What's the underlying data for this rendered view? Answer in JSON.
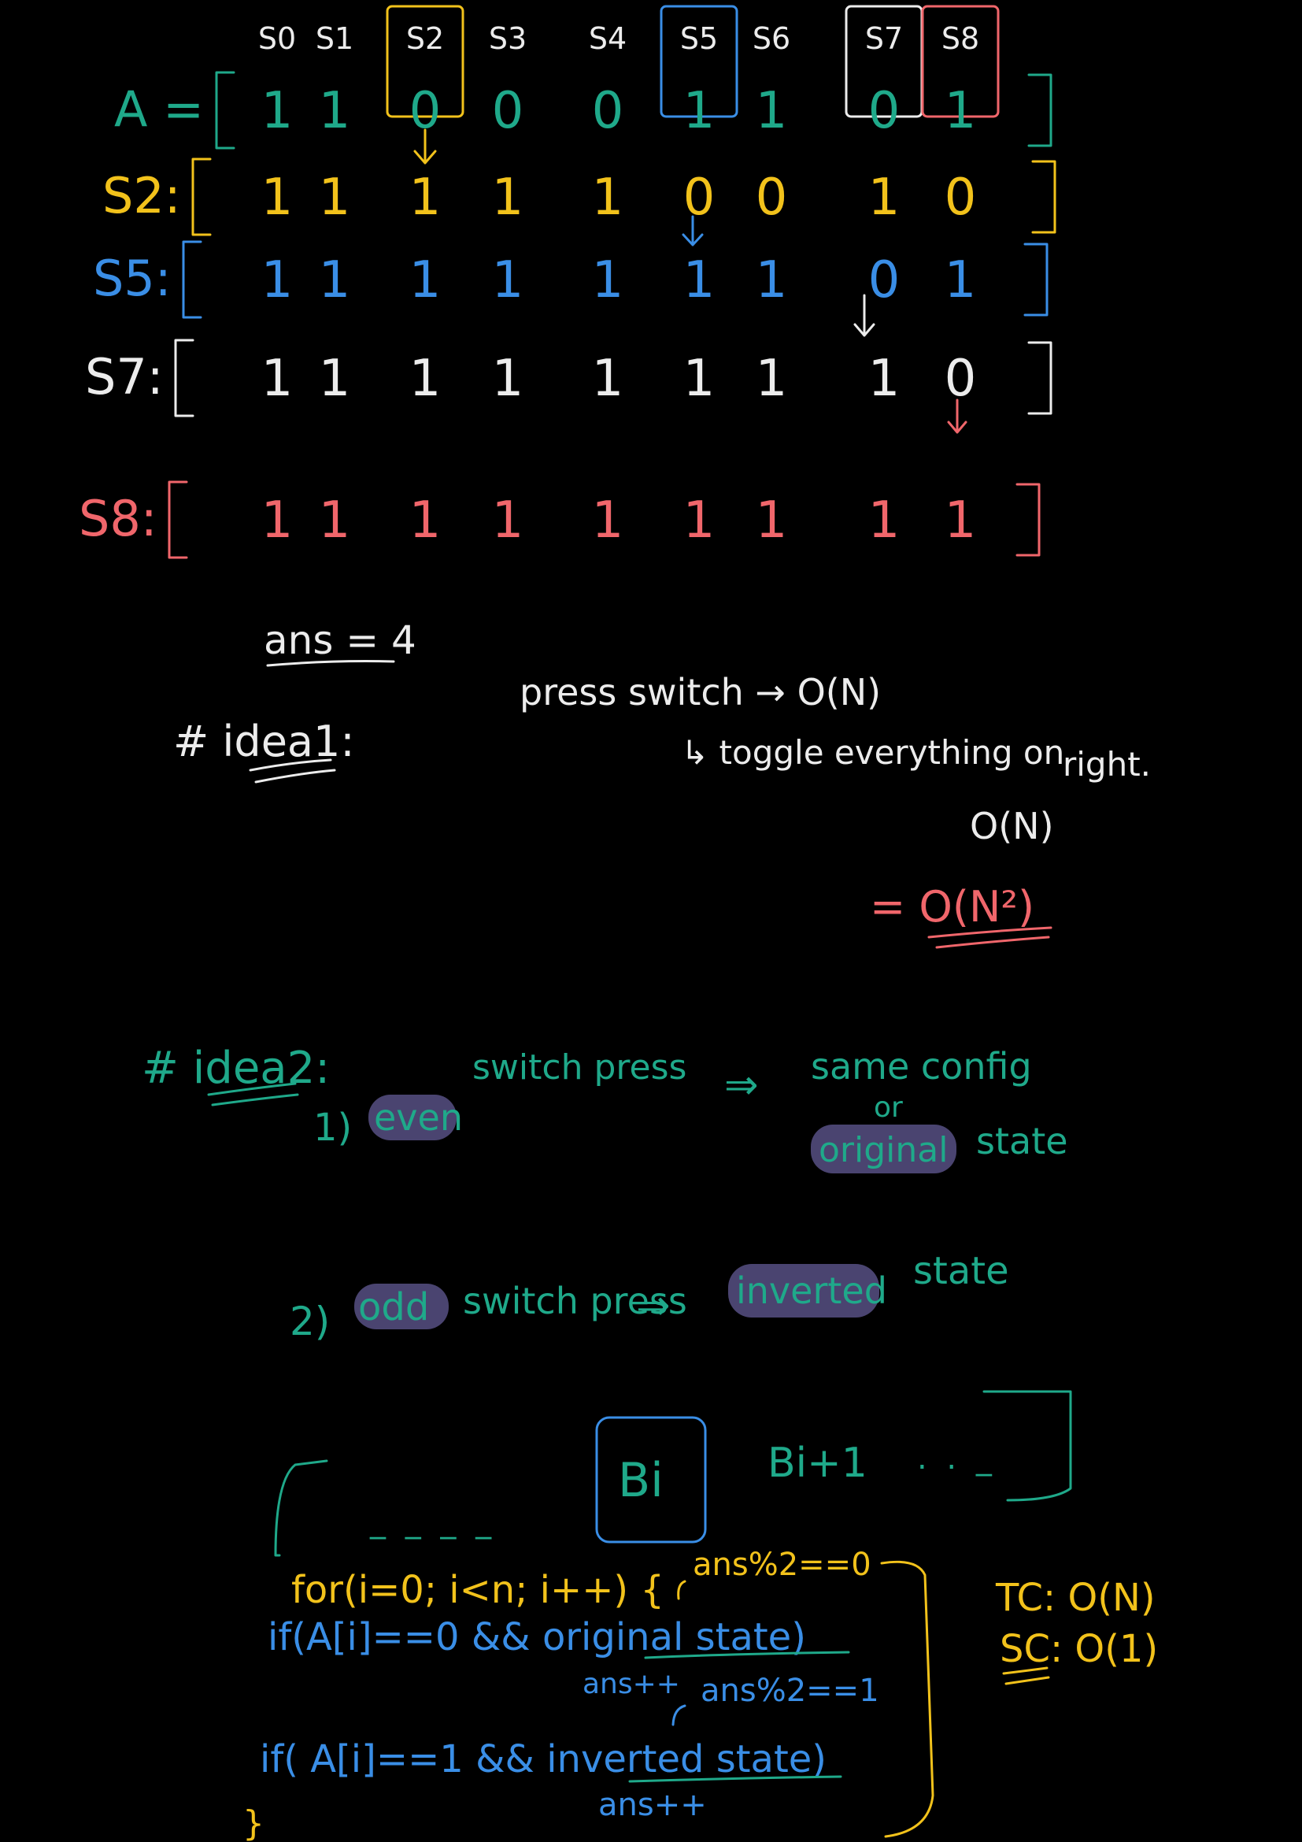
{
  "colors": {
    "background": "#000000",
    "green": "#1fa98a",
    "yellow": "#f2c21b",
    "blue": "#3a8ee6",
    "white": "#ececec",
    "red": "#f0666b",
    "highlight": "#4a4470"
  },
  "switch_labels": [
    "S0",
    "S1",
    "S2",
    "S3",
    "S4",
    "S5",
    "S6",
    "S7",
    "S8"
  ],
  "boxed_switches": [
    {
      "index": 2,
      "color": "yellow"
    },
    {
      "index": 5,
      "color": "blue"
    },
    {
      "index": 7,
      "color": "white"
    },
    {
      "index": 8,
      "color": "red"
    }
  ],
  "array_rows": [
    {
      "label": "A =",
      "color": "green",
      "values": [
        "1",
        "1",
        "0",
        "0",
        "0",
        "1",
        "1",
        "0",
        "1"
      ]
    },
    {
      "label": "S2:",
      "color": "yellow",
      "values": [
        "1",
        "1",
        "1",
        "1",
        "1",
        "0",
        "0",
        "1",
        "0"
      ]
    },
    {
      "label": "S5:",
      "color": "blue",
      "values": [
        "1",
        "1",
        "1",
        "1",
        "1",
        "1",
        "1",
        "0",
        "1"
      ]
    },
    {
      "label": "S7:",
      "color": "white",
      "values": [
        "1",
        "1",
        "1",
        "1",
        "1",
        "1",
        "1",
        "1",
        "0"
      ]
    },
    {
      "label": "S8:",
      "color": "red",
      "values": [
        "1",
        "1",
        "1",
        "1",
        "1",
        "1",
        "1",
        "1",
        "1"
      ]
    }
  ],
  "answer": "ans = 4",
  "idea1": {
    "heading": "# idea1:",
    "line1": "press switch → O(N)",
    "line2": "↳ toggle everything on",
    "line3": "right.",
    "line4": "O(N)",
    "result": "= O(N²)"
  },
  "idea2": {
    "heading": "# idea2:",
    "point1_num": "1)",
    "point1_key": "even",
    "point1_rest": "switch press",
    "point1_arrow": "⇒",
    "point1_result1": "same config",
    "point1_or": "or",
    "point1_key2": "original",
    "point1_result2": "state",
    "point2_num": "2)",
    "point2_key": "odd",
    "point2_rest": "switch press",
    "point2_arrow": "⇒",
    "point2_key2": "inverted",
    "point2_result": "state"
  },
  "array_sketch": {
    "dashes": "_ _ _ _",
    "boxed": "Bi",
    "next": "Bi+1",
    "dots": ". . _"
  },
  "code": {
    "line1": "for(i=0; i<n; i++) {",
    "note1": "ans%2==0",
    "line2": "if(A[i]==0 && original state)",
    "inc1": "ans++",
    "note2": "ans%2==1",
    "line3": "if( A[i]==1 && inverted state)",
    "inc2": "ans++",
    "close": "}"
  },
  "complexity": {
    "tc": "TC: O(N)",
    "sc": "SC: O(1)"
  }
}
